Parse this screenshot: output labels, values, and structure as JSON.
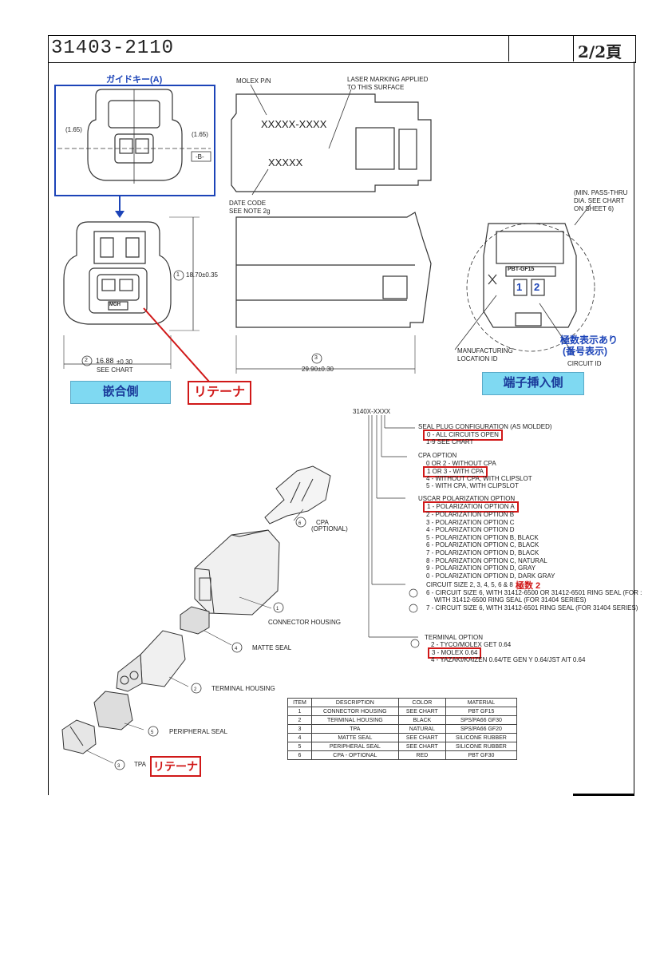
{
  "header": {
    "part_number": "31403-2110",
    "page": "2/2頁"
  },
  "views": {
    "guide_key_label": "ガイドキー(A)",
    "dim_165_left": "(1.65)",
    "dim_165_right": "(1.65)",
    "datum_b": "-B-",
    "molex_pn": "MOLEX P/N",
    "laser_marking": [
      "LASER MARKING APPLIED",
      "TO THIS SURFACE"
    ],
    "pn_placeholder": "XXXXX-XXXX",
    "date_placeholder": "XXXXX",
    "date_code": [
      "DATE CODE",
      "SEE NOTE 2g"
    ],
    "min_pass_thru": [
      "(MIN. PASS-THRU",
      "DIA. SEE CHART",
      "ON SHEET 6)"
    ],
    "dim_height": "18.70±0.35",
    "dim_height_circle": "1",
    "dim_width": "16.88",
    "dim_width_tol": "±0.30",
    "see_chart": "SEE CHART",
    "dim_width_circle": "2",
    "dim_length": "29.90±0.30",
    "dim_length_circle": "3",
    "mgh": "MGH",
    "pbt_gf": "PBT-GF15",
    "mfg_location": [
      "MANUFACTURING",
      "LOCATION ID"
    ],
    "circuit_id": "CIRCUIT ID",
    "polarity_note": [
      "極数表示あり",
      "(番号表示)"
    ],
    "mating_side": "嵌合側",
    "retainer": "リテーナ",
    "terminal_insert_side": "端子挿入側",
    "cavity_1": "1",
    "cavity_2": "2"
  },
  "ordering": {
    "code": "3140X-XXXX",
    "seal_plug": {
      "heading": "SEAL PLUG CONFIGURATION (AS MOLDED)",
      "options": [
        "0 - ALL CIRCUITS OPEN",
        "1-9 SEE CHART"
      ]
    },
    "cpa": {
      "heading": "CPA OPTION",
      "options": [
        "0 OR 2 - WITHOUT CPA",
        "1 OR 3 - WITH CPA",
        "4 - WITHOUT CPA, WITH CLIPSLOT",
        "5 - WITH CPA, WITH CLIPSLOT"
      ]
    },
    "polarization": {
      "heading": "USCAR POLARIZATION OPTION",
      "options": [
        "1 - POLARIZATION OPTION A",
        "2 - POLARIZATION OPTION B",
        "3 - POLARIZATION OPTION C",
        "4 - POLARIZATION OPTION D",
        "5 - POLARIZATION OPTION B, BLACK",
        "6 - POLARIZATION OPTION C, BLACK",
        "7 - POLARIZATION OPTION D, BLACK",
        "8 - POLARIZATION OPTION C, NATURAL",
        "9 - POLARIZATION OPTION D, GRAY",
        "0 - POLARIZATION OPTION D, DARK GRAY"
      ]
    },
    "circuit_size": {
      "line1": "CIRCUIT SIZE 2, 3, 4, 5, 6 & 8",
      "red_note": "極数 2",
      "opt6": "6 - CIRCUIT SIZE 6, WITH 31412-6500 OR 31412-6501 RING SEAL (FOR :",
      "opt6b": "WITH 31412-6500 RING SEAL (FOR 31404 SERIES)",
      "opt7": "7 - CIRCUIT SIZE 6, WITH 31412-6501 RING SEAL (FOR 31404 SERIES)"
    },
    "terminal": {
      "heading": "TERMINAL OPTION",
      "options": [
        "2 - TYCO/MOLEX GET 0.64",
        "3 - MOLEX 0.64",
        "4 - YAZAKI/KAIZEN 0.64/TE GEN Y 0.64/JST AIT 0.64"
      ]
    }
  },
  "exploded": {
    "cpa": "CPA",
    "cpa_optional": "(OPTIONAL)",
    "connector_housing": "CONNECTOR HOUSING",
    "matte_seal": "MATTE SEAL",
    "terminal_housing": "TERMINAL HOUSING",
    "peripheral_seal": "PERIPHERAL SEAL",
    "tpa": "TPA",
    "retainer": "リテーナ",
    "n1": "1",
    "n2": "2",
    "n3": "3",
    "n4": "4",
    "n5": "5",
    "n6": "6"
  },
  "bom": {
    "headers": [
      "ITEM",
      "DESCRIPTION",
      "COLOR",
      "MATERIAL"
    ],
    "rows": [
      [
        "1",
        "CONNECTOR HOUSING",
        "SEE CHART",
        "PBT GF15"
      ],
      [
        "2",
        "TERMINAL HOUSING",
        "BLACK",
        "SPS/PA66 GF30"
      ],
      [
        "3",
        "TPA",
        "NATURAL",
        "SPS/PA66 GF20"
      ],
      [
        "4",
        "MATTE SEAL",
        "SEE CHART",
        "SILICONE RUBBER"
      ],
      [
        "5",
        "PERIPHERAL SEAL",
        "SEE CHART",
        "SILICONE RUBBER"
      ],
      [
        "6",
        "CPA - OPTIONAL",
        "RED",
        "PBT GF30"
      ]
    ]
  },
  "colors": {
    "blue": "#1c44b8",
    "red": "#d01818",
    "cyan": "#7fd9f2"
  }
}
